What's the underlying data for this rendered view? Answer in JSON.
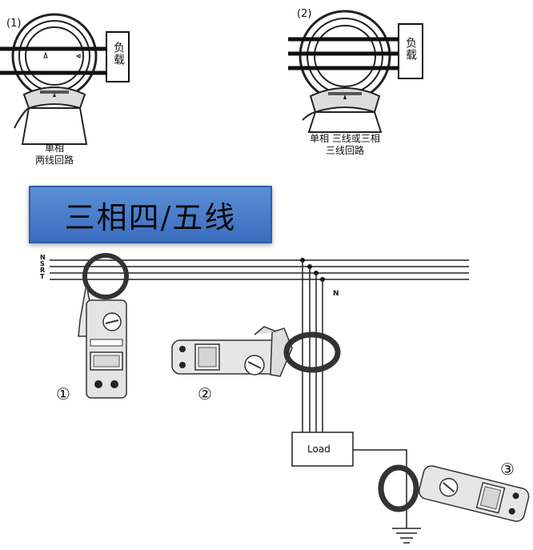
{
  "top_left": {
    "number": "(1)",
    "load_label": "负载",
    "caption_line1": "单相",
    "caption_line2": "两线回路"
  },
  "top_right": {
    "number": "(2)",
    "load_label": "负载",
    "caption_line1": "单相 三线或三相",
    "caption_line2": "三线回路"
  },
  "banner": {
    "title": "三相四/五线"
  },
  "wiring": {
    "phase_labels": [
      "N",
      "S",
      "R",
      "T"
    ],
    "neutral_label": "N",
    "load_label": "Load",
    "meter_numbers": [
      "①",
      "②",
      "③"
    ]
  },
  "colors": {
    "banner": "#4a7fcc",
    "line": "#1a1a1a"
  }
}
